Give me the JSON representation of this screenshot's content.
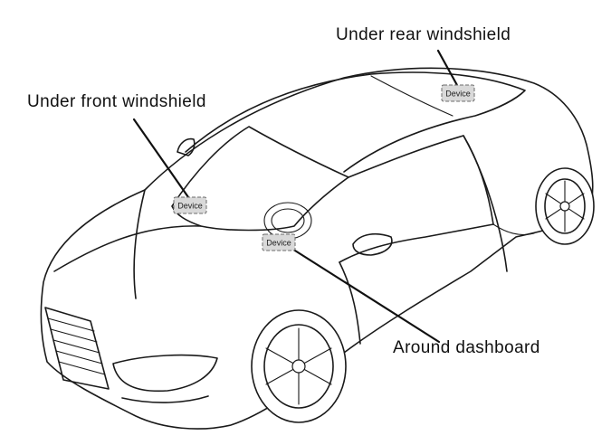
{
  "labels": {
    "rear": "Under rear windshield",
    "front": "Under front windshield",
    "dash": "Around dashboard"
  },
  "devices": {
    "rear": "Device",
    "front": "Device",
    "dash": "Device"
  },
  "colors": {
    "line": "#1a1a1a",
    "device_fill": "#d9d9d9",
    "device_border": "#6b6b6b"
  }
}
